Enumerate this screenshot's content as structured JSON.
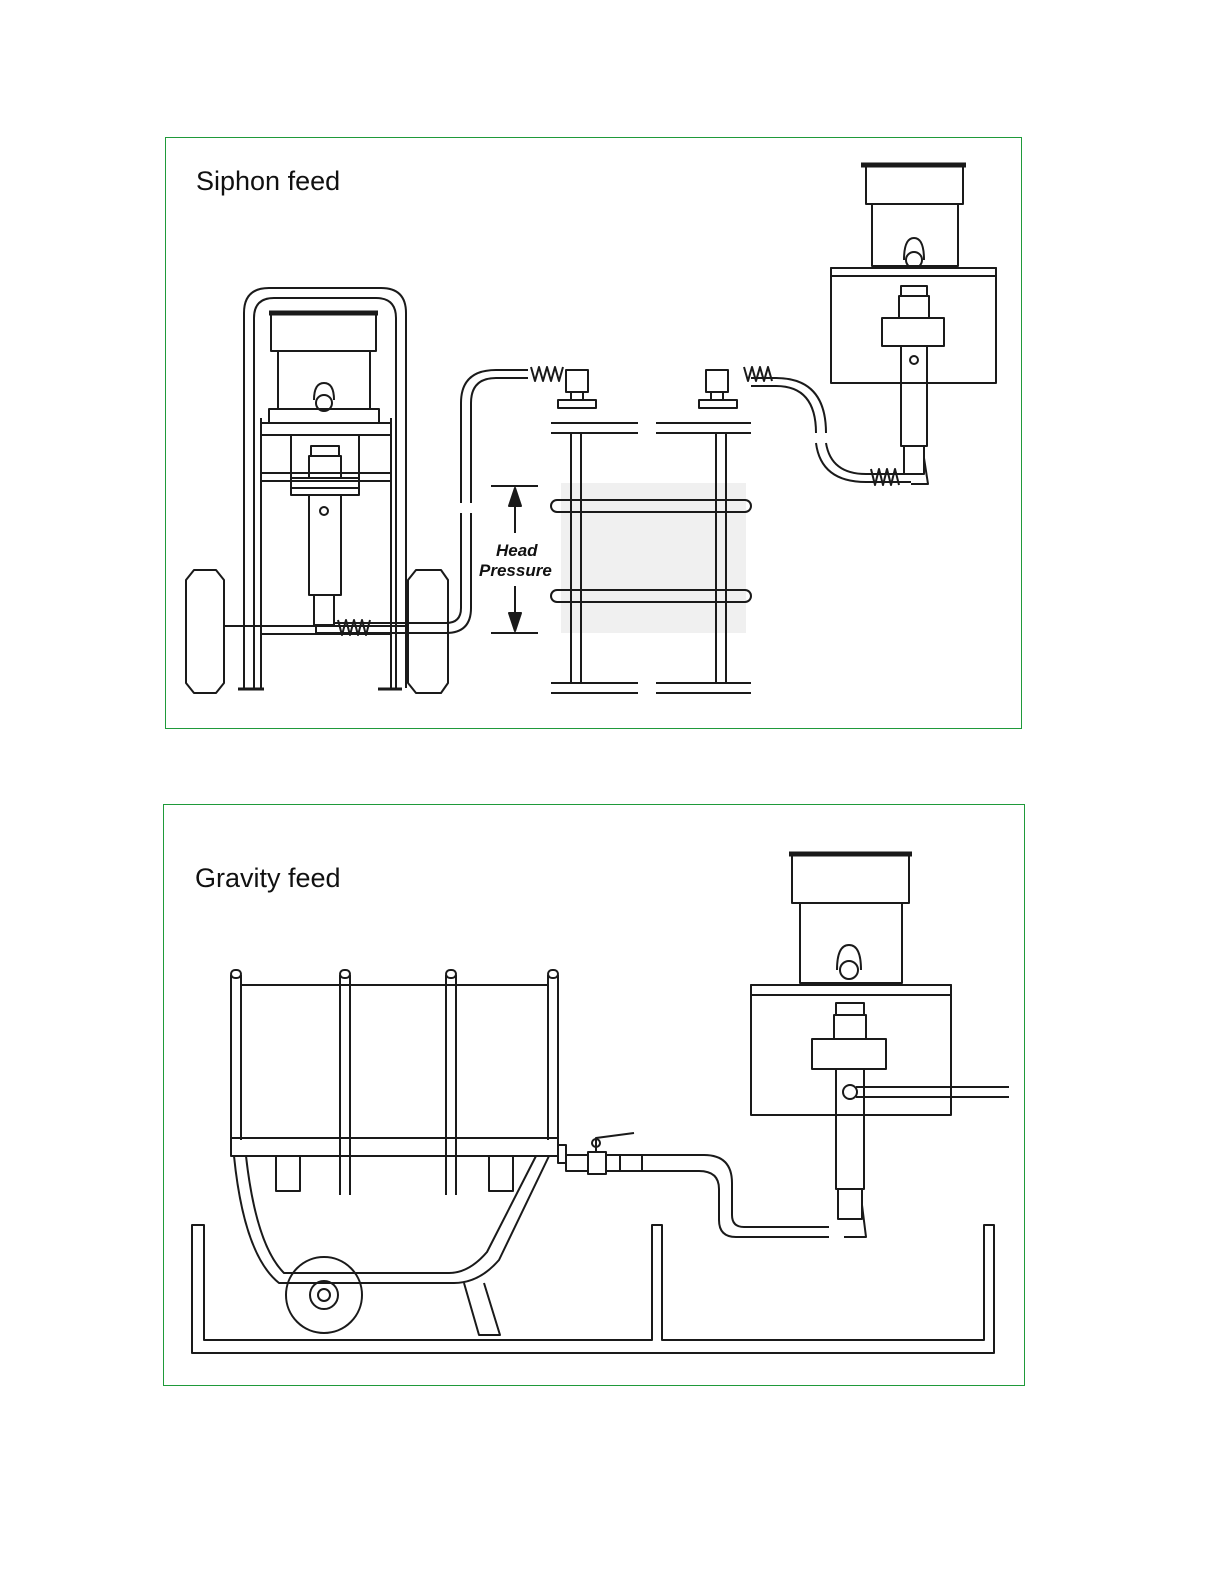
{
  "diagrams": {
    "siphon": {
      "title": "Siphon feed",
      "head_pressure_line1": "Head",
      "head_pressure_line2": "Pressure"
    },
    "gravity": {
      "title": "Gravity feed"
    }
  },
  "colors": {
    "frame": "#1f9a3a",
    "line": "#1a1a1a",
    "shade": "#f0f0f0"
  }
}
